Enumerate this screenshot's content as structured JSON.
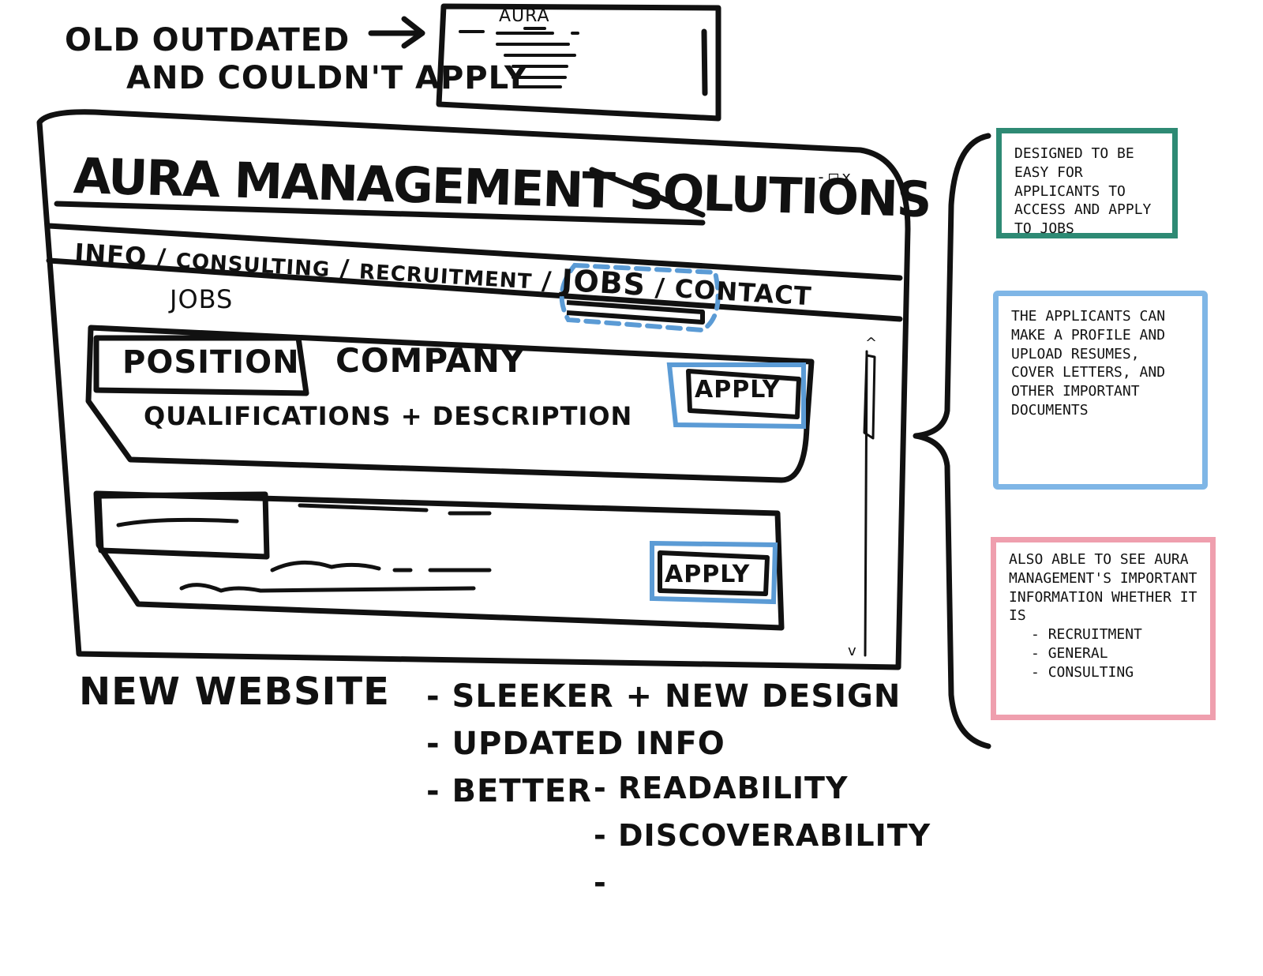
{
  "old_site": {
    "caption_line1": "OLD OUTDATED",
    "caption_line2": "AND COULDN'T APPLY",
    "logo": "AURA"
  },
  "new_site": {
    "title": "AURA MANAGEMENT SOLUTIONS",
    "window_controls": "-□x",
    "nav": [
      "INFO",
      "CONSULTING",
      "RECRUITMENT",
      "JOBS",
      "CONTACT"
    ],
    "page_heading": "JOBS",
    "job_card": {
      "position": "POSITION",
      "company": "COMPANY",
      "details": "QUALIFICATIONS + DESCRIPTION",
      "apply": "APPLY"
    },
    "placeholder_card": {
      "apply": "APPLY"
    },
    "scrollbar": {
      "up": "^",
      "down": "v"
    }
  },
  "summary": {
    "label": "NEW WEBSITE",
    "bullets": [
      "SLEEKER + NEW DESIGN",
      "UPDATED INFO",
      "BETTER"
    ],
    "sub_bullets": [
      "READABILITY",
      "DISCOVERABILITY"
    ]
  },
  "notes": [
    {
      "text": "DESIGNED TO BE EASY FOR APPLICANTS TO ACCESS AND APPLY TO JOBS",
      "color": "#2e8a74"
    },
    {
      "text": "THE APPLICANTS CAN MAKE A PROFILE AND UPLOAD RESUMES, COVER LETTERS, AND OTHER IMPORTANT DOCUMENTS",
      "color": "#7fb6e6"
    },
    {
      "text": "ALSO ABLE TO SEE AURA MANAGEMENT'S IMPORTANT INFORMATION WHETHER IT IS",
      "color": "#ef9fae",
      "list": [
        "RECRUITMENT",
        "GENERAL",
        "CONSULTING"
      ]
    }
  ],
  "colors": {
    "ink": "#111111",
    "highlight_blue": "#5b9bd5"
  }
}
